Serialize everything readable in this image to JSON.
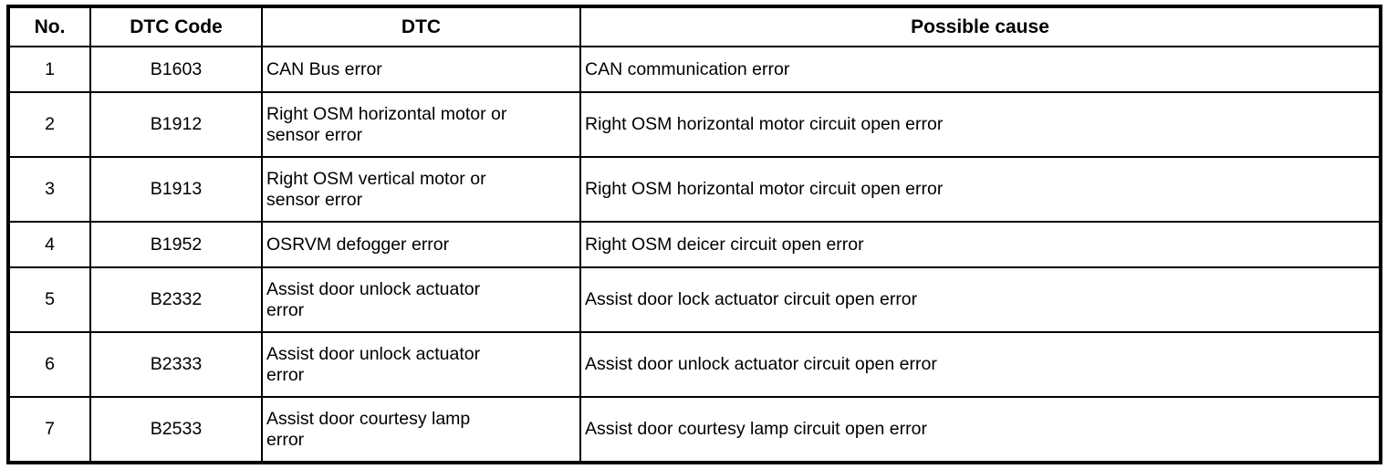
{
  "table": {
    "colors": {
      "border": "#000000",
      "background": "#ffffff",
      "text": "#000000"
    },
    "columns": [
      {
        "label": "No."
      },
      {
        "label": "DTC Code"
      },
      {
        "label": "DTC"
      },
      {
        "label": "Possible cause"
      }
    ],
    "rows": [
      {
        "no": "1",
        "code": "B1603",
        "dtc": "CAN Bus error",
        "cause": "CAN communication error"
      },
      {
        "no": "2",
        "code": "B1912",
        "dtc": "Right OSM horizontal motor or\nsensor error",
        "cause": "Right OSM horizontal motor circuit open error"
      },
      {
        "no": "3",
        "code": "B1913",
        "dtc": "Right OSM vertical motor or\nsensor error",
        "cause": "Right OSM horizontal motor circuit open error"
      },
      {
        "no": "4",
        "code": "B1952",
        "dtc": "OSRVM defogger error",
        "cause": "Right OSM deicer circuit open error"
      },
      {
        "no": "5",
        "code": "B2332",
        "dtc": "Assist door unlock actuator\nerror",
        "cause": "Assist door lock actuator circuit open error"
      },
      {
        "no": "6",
        "code": "B2333",
        "dtc": "Assist door unlock actuator\nerror",
        "cause": "Assist door unlock actuator circuit open error"
      },
      {
        "no": "7",
        "code": "B2533",
        "dtc": "Assist door courtesy lamp\nerror",
        "cause": "Assist door courtesy lamp circuit open error"
      }
    ]
  }
}
